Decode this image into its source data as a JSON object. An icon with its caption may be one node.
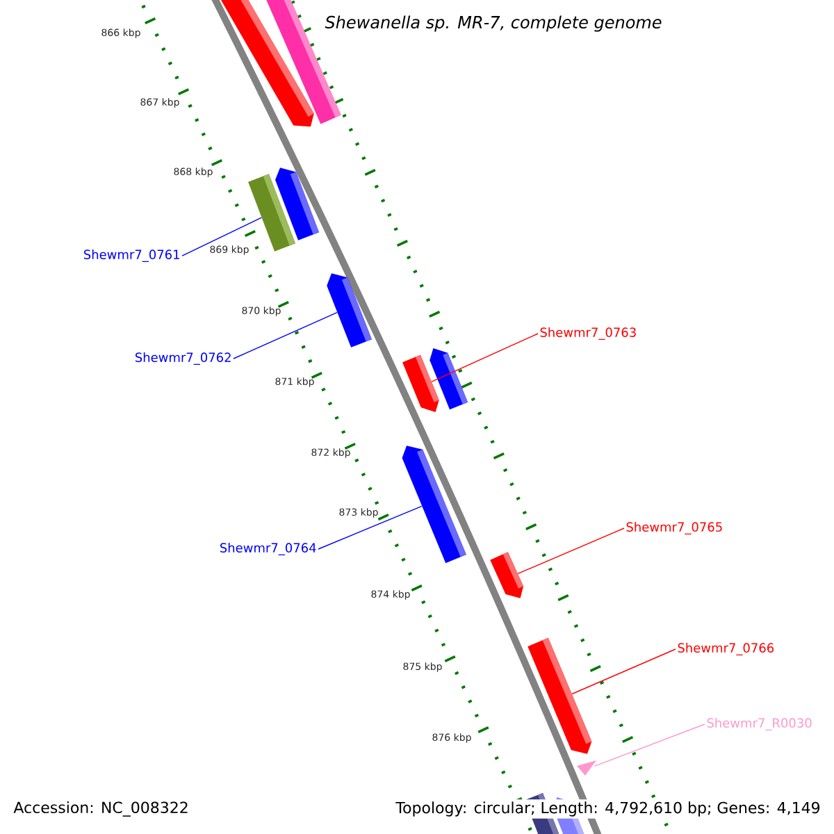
{
  "diagram": {
    "title": "Shewanella sp. MR-7, complete genome",
    "nodes": [
      {
        "text": [],
        "shape": "bar"
      },
      {
        "text": [],
        "shape": "bar"
      },
      {
        "text": [],
        "shape": "bar"
      },
      {
        "text": [],
        "shape": "bar"
      },
      {
        "text": [
          "Shewmr7_0761"
        ]
      },
      {
        "text": [],
        "shape": "bar"
      },
      {
        "text": [
          "Shewmr7_0762"
        ]
      },
      {
        "text": [
          "Shewmr7_0763"
        ]
      },
      {
        "text": [],
        "shape": "bar"
      },
      {
        "text": [],
        "shape": "bar"
      },
      {
        "text": [],
        "shape": "bar"
      },
      {
        "text": [
          "Shewmr7_0764"
        ]
      },
      {
        "text": [
          "Shewmr7_0765"
        ]
      },
      {
        "text": [],
        "shape": "bar"
      },
      {
        "text": [
          "Shewmr7_0766"
        ]
      },
      {
        "text": [],
        "shape": "bar"
      },
      {
        "text": [
          "Shewmr7_R0030"
        ]
      },
      {
        "text": [],
        "shape": "triangle"
      },
      {
        "text": [],
        "shape": "bar"
      },
      {
        "text": [],
        "shape": "bar"
      }
    ],
    "edges": [
      {
        "from": 4,
        "to": 2,
        "arrow": "none",
        "color": "#0000ff"
      },
      {
        "from": 6,
        "to": 5,
        "arrow": "none",
        "color": "#0000ff"
      },
      {
        "from": 7,
        "to": 8,
        "arrow": "none",
        "color": "#ff0000"
      },
      {
        "from": 11,
        "to": 10,
        "arrow": "none",
        "color": "#0000ff"
      },
      {
        "from": 12,
        "to": 13,
        "arrow": "none",
        "color": "#ff0000"
      },
      {
        "from": 14,
        "to": 15,
        "arrow": "none",
        "color": "#ff0000"
      },
      {
        "from": 16,
        "to": 17,
        "arrow": "none",
        "color": "#ff99cc"
      }
    ],
    "labels": [
      "866 kbp",
      "867 kbp",
      "868 kbp",
      "869 kbp",
      "870 kbp",
      "871 kbp",
      "872 kbp",
      "873 kbp",
      "874 kbp",
      "875 kbp",
      "876 kbp",
      "Accession: NC_008322",
      "Topology: circular; Length: 4,792,610 bp; Genes: 4,149"
    ]
  }
}
